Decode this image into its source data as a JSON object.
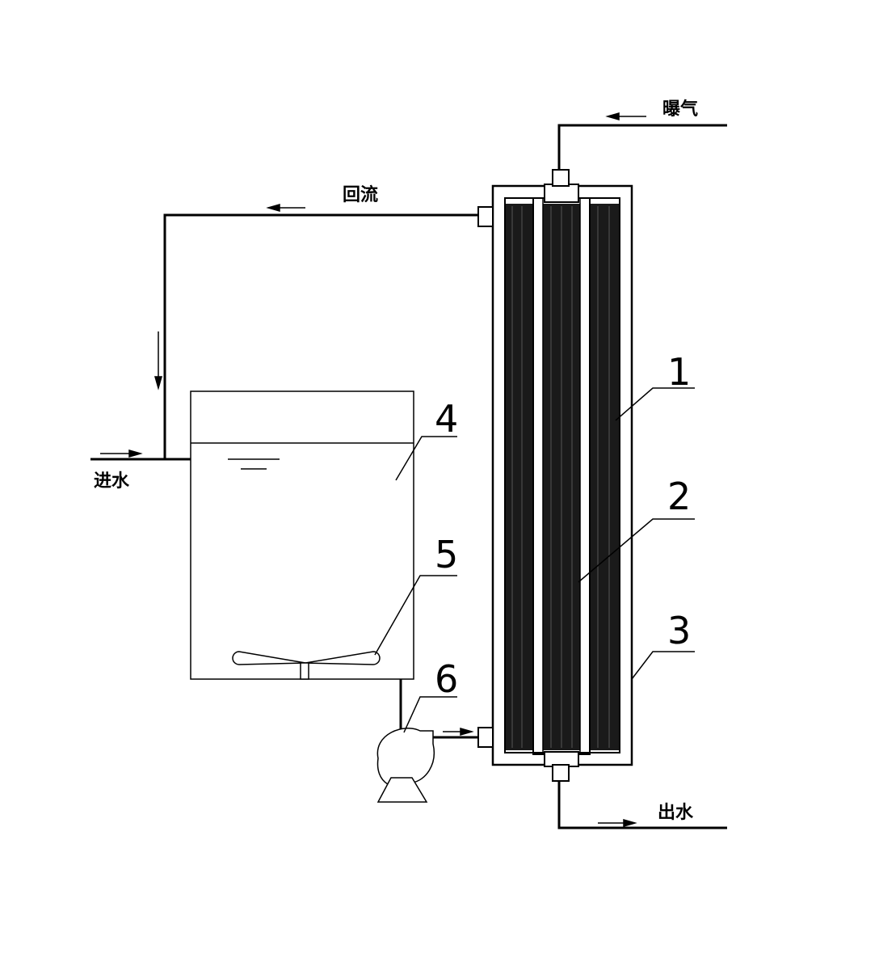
{
  "labels": {
    "aeration": "曝气",
    "reflux": "回流",
    "water_in": "进水",
    "water_out": "出水"
  },
  "callouts": [
    "1",
    "2",
    "3",
    "4",
    "5",
    "6"
  ],
  "colors": {
    "ink": "#000000",
    "media": "#1a1a1a",
    "background": "#ffffff"
  }
}
